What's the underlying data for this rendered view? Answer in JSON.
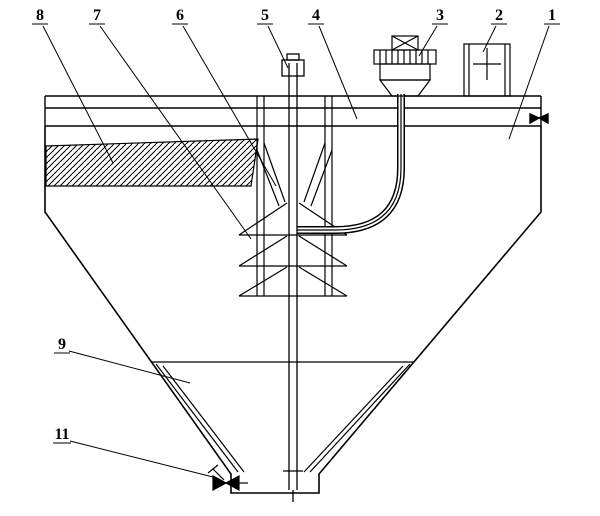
{
  "figure": {
    "background": "#ffffff",
    "ink": "#000000",
    "labels": [
      {
        "text": "8"
      },
      {
        "text": "7"
      },
      {
        "text": "6"
      },
      {
        "text": "5"
      },
      {
        "text": "4"
      },
      {
        "text": "3"
      },
      {
        "text": "2"
      },
      {
        "text": "1"
      },
      {
        "text": "9"
      },
      {
        "text": "11"
      }
    ]
  }
}
